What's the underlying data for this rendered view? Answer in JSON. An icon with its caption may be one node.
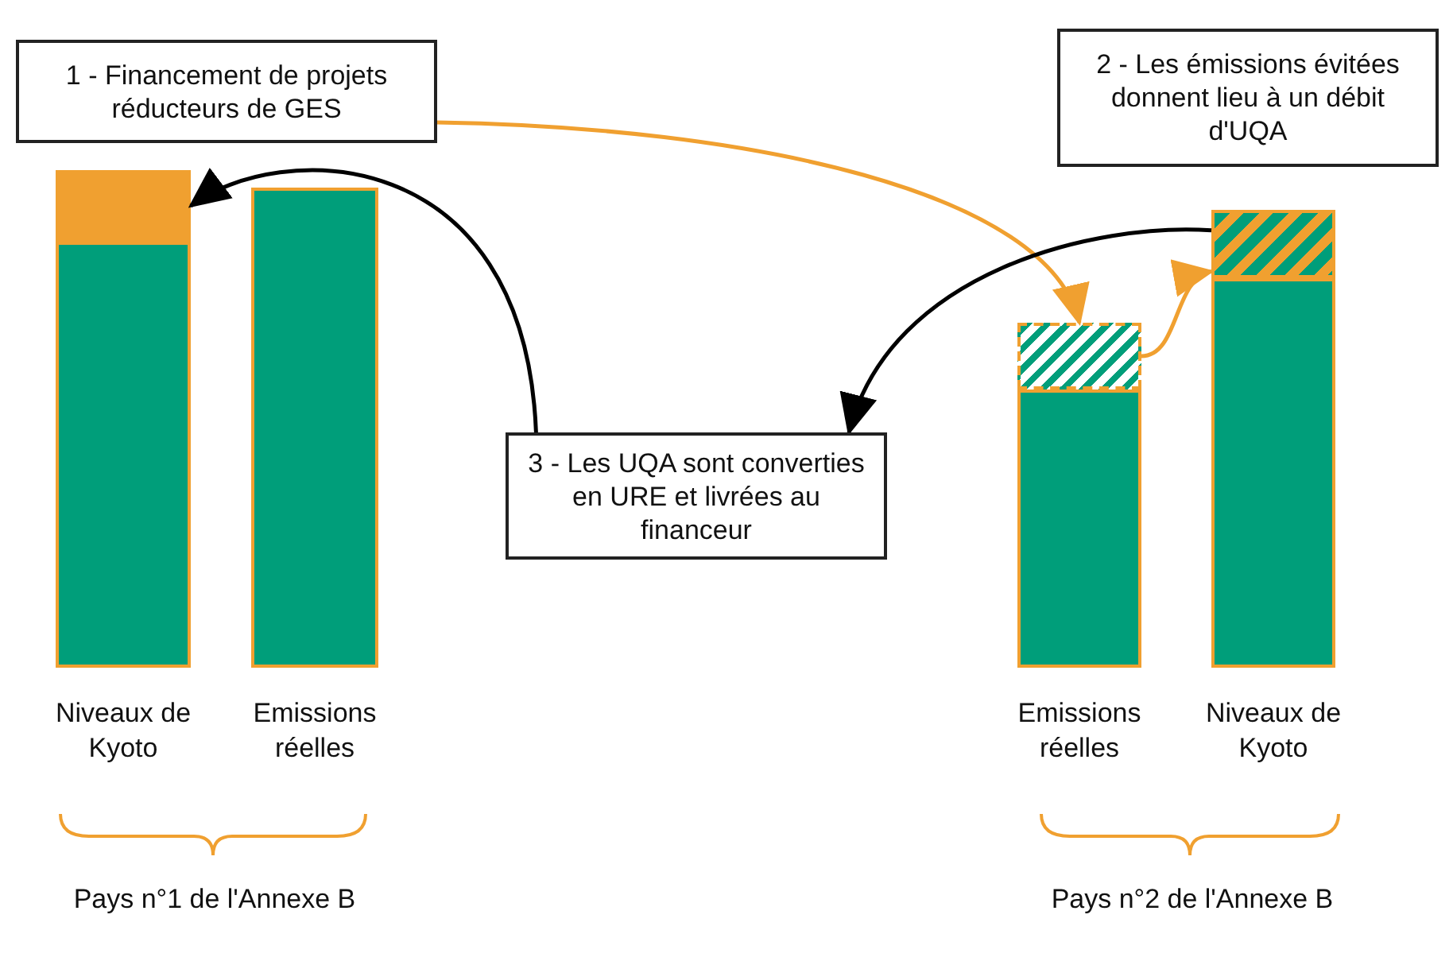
{
  "diagram": {
    "nodes": [
      {
        "text": [
          "1 - Financement de projets réducteurs de GES"
        ]
      },
      {
        "text": [
          "2 - Les émissions évitées donnent lieu à un débit d'UQA"
        ]
      },
      {
        "text": [
          "3 - Les UQA sont converties en URE et livrées au financeur"
        ]
      },
      {
        "text": [],
        "shape": "bar"
      },
      {
        "text": [],
        "shape": "bar",
        "beside": [
          "Niveaux de Kyoto"
        ]
      },
      {
        "text": [],
        "shape": "bar",
        "beside": [
          "Emissions réelles"
        ]
      },
      {
        "text": [],
        "shape": "bar"
      },
      {
        "text": [],
        "shape": "bar",
        "beside": [
          "Emissions réelles"
        ]
      },
      {
        "text": [],
        "shape": "bar"
      },
      {
        "text": [],
        "shape": "bar",
        "beside": [
          "Niveaux de Kyoto"
        ]
      }
    ],
    "edges": [
      {
        "from": 0,
        "to": 6,
        "arrow": "to",
        "color": "#f0a030"
      },
      {
        "from": 6,
        "to": 8,
        "arrow": "to",
        "color": "#f0a030"
      },
      {
        "from": 8,
        "to": 2,
        "arrow": "to",
        "color": "#000000"
      },
      {
        "from": 2,
        "to": 3,
        "arrow": "to",
        "color": "#000000"
      }
    ],
    "labels": [
      "Pays n°1 de l'Annexe B",
      "Pays n°2 de l'Annexe B"
    ]
  }
}
